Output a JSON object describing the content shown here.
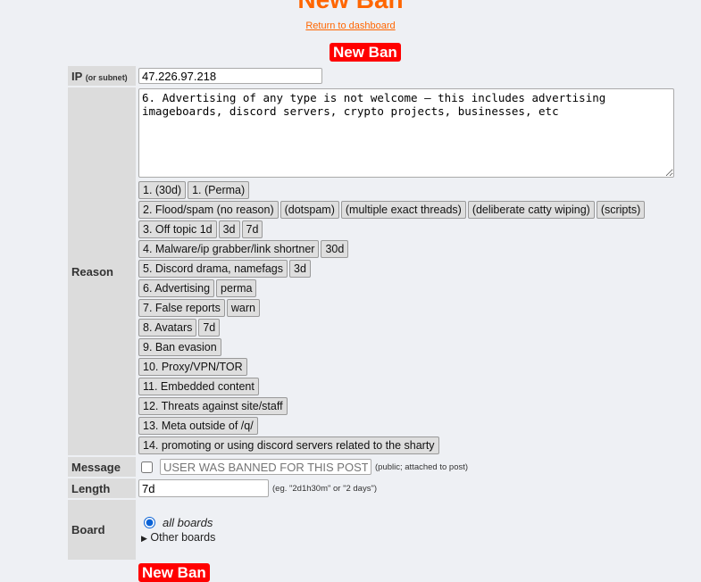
{
  "page": {
    "title": "New Ban",
    "return_link": "Return to dashboard",
    "header_badge": "New Ban",
    "submit_label": "New Ban"
  },
  "form": {
    "ip": {
      "label": "IP",
      "sublabel": "(or subnet)",
      "value": "47.226.97.218"
    },
    "reason": {
      "label": "Reason",
      "value": "6. Advertising of any type is not welcome – this includes advertising imageboards, discord servers, crypto projects, businesses, etc",
      "presets": [
        [
          "1. (30d)",
          "1. (Perma)"
        ],
        [
          "2. Flood/spam (no reason)",
          "(dotspam)",
          "(multiple exact threads)",
          "(deliberate catty wiping)",
          "(scripts)"
        ],
        [
          "3. Off topic 1d",
          "3d",
          "7d"
        ],
        [
          "4. Malware/ip grabber/link shortner",
          "30d"
        ],
        [
          "5. Discord drama, namefags",
          "3d"
        ],
        [
          "6. Advertising",
          "perma"
        ],
        [
          "7. False reports",
          "warn"
        ],
        [
          "8. Avatars",
          "7d"
        ],
        [
          "9. Ban evasion"
        ],
        [
          "10. Proxy/VPN/TOR"
        ],
        [
          "11. Embedded content"
        ],
        [
          "12. Threats against site/staff"
        ],
        [
          "13. Meta outside of /q/"
        ],
        [
          "14. promoting or using discord servers related to the sharty"
        ]
      ]
    },
    "message": {
      "label": "Message",
      "placeholder": "USER WAS BANNED FOR THIS POST",
      "note": "(public; attached to post)"
    },
    "length": {
      "label": "Length",
      "value": "7d",
      "note": "(eg. \"2d1h30m\" or \"2 days\")"
    },
    "board": {
      "label": "Board",
      "all_boards": "all boards",
      "other_boards": "Other boards"
    }
  }
}
